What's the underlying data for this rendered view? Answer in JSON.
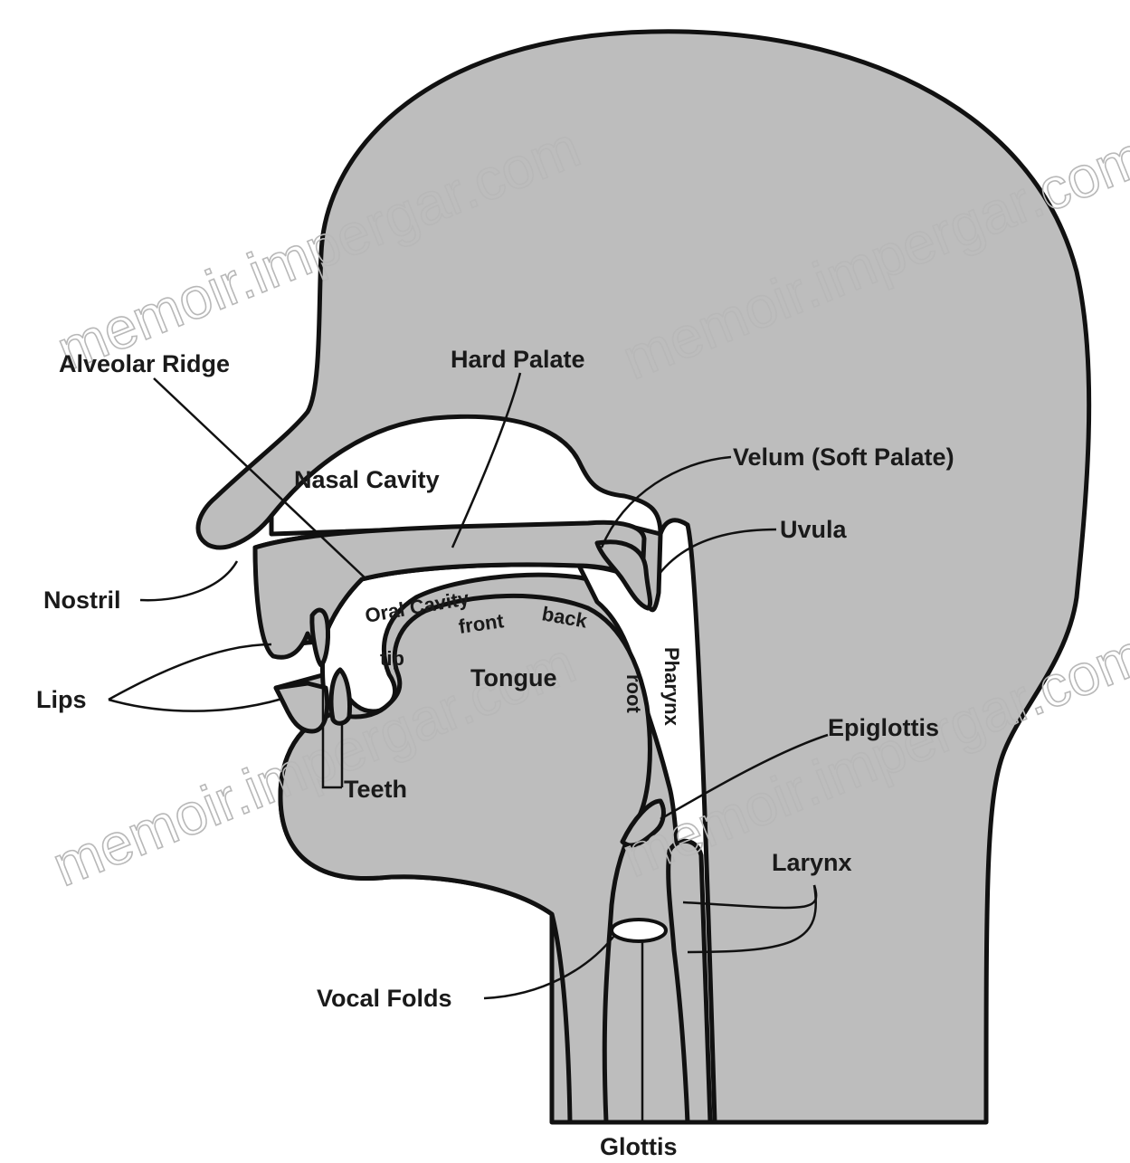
{
  "labels": {
    "alveolar_ridge": "Alveolar Ridge",
    "hard_palate": "Hard Palate",
    "nasal_cavity": "Nasal Cavity",
    "velum": "Velum (Soft Palate)",
    "uvula": "Uvula",
    "nostril": "Nostril",
    "oral_cavity": "Oral Cavity",
    "front": "front",
    "back": "back",
    "tip": "tip",
    "tongue": "Tongue",
    "root": "root",
    "pharynx": "Pharynx",
    "lips": "Lips",
    "teeth": "Teeth",
    "epiglottis": "Epiglottis",
    "larynx": "Larynx",
    "vocal_folds": "Vocal Folds",
    "glottis": "Glottis"
  },
  "watermark": "memoir.impergar.com",
  "colors": {
    "tissue": "#bdbdbd",
    "outline": "#111111",
    "air": "#ffffff",
    "watermark": "#b8b8b8"
  }
}
